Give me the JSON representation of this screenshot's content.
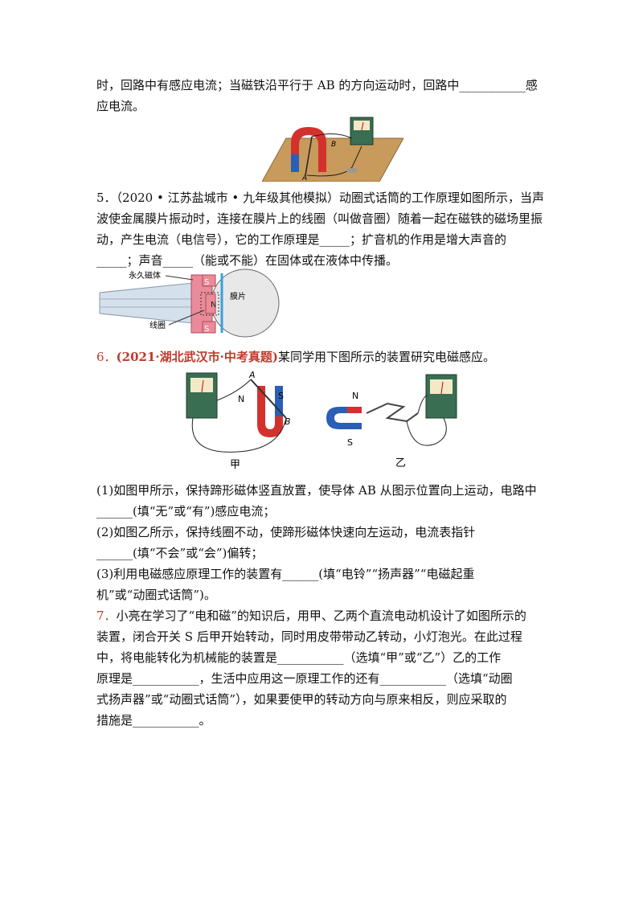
{
  "q4": {
    "line1": "时，回路中有感应电流；当磁铁沿平行于 AB 的方向运动时，回路中___________感",
    "line2": "应电流。",
    "fig_labels": {
      "a": "A",
      "b": "B"
    }
  },
  "q5": {
    "line1": "5．（2020 • 江苏盐城市 • 九年级其他模拟）动圈式话筒的工作原理如图所示，当声",
    "line2": "波使金属膜片振动时，连接在膜片上的线圈（叫做音圈）随着一起在磁铁的磁场里振",
    "line3": "动，产生电流（电信号），它的工作原理是_____；扩音机的作用是增大声音的",
    "line4": "_____；声音_____（能或不能）在固体或在液体中传播。",
    "fig_labels": {
      "magnet": "永久磁体",
      "coil": "线圈",
      "film": "膜片",
      "s_top": "S",
      "n": "N",
      "s_bottom": "S"
    }
  },
  "q6": {
    "number": "6．",
    "source": "(2021·湖北武汉市·中考真题)",
    "stem": "某同学用下图所示的装置研究电磁感应。",
    "fig_left": {
      "a": "A",
      "n": "N",
      "s": "S",
      "b": "B",
      "caption": "甲"
    },
    "fig_right": {
      "n": "N",
      "s": "S",
      "caption": "乙"
    },
    "sub1_line1": "(1)如图甲所示，保持蹄形磁体竖直放置，使导体 AB 从图示位置向上运动，电路中",
    "sub1_line2": "______(填“无”或“有”)感应电流；",
    "sub2_line1": "(2)如图乙所示，保持线圈不动，使蹄形磁体快速向左运动，电流表指针",
    "sub2_line2": "______(填“不会”或“会”)偏转；",
    "sub3_line1": "(3)利用电磁感应原理工作的装置有______(填“电铃”“扬声器”“电磁起重",
    "sub3_line2": "机”或“动圈式话筒”)。"
  },
  "q7": {
    "number": "7．",
    "line1": "小亮在学习了“电和磁”的知识后，用甲、乙两个直流电动机设计了如图所示的",
    "line2": "装置，闭合开关 S 后甲开始转动，同时用皮带带动乙转动，小灯泡光。在此过程",
    "line3": "中，将电能转化为机械能的装置是___________（选填“甲”或“乙”）乙的工作",
    "line4": "原理是___________，生活中应用这一原理工作的还有___________（选填“动圈",
    "line5": "式扬声器”或“动圈式话筒”），如果要使甲的转动方向与原来相反，则应采取的",
    "line6": "措施是___________。"
  }
}
